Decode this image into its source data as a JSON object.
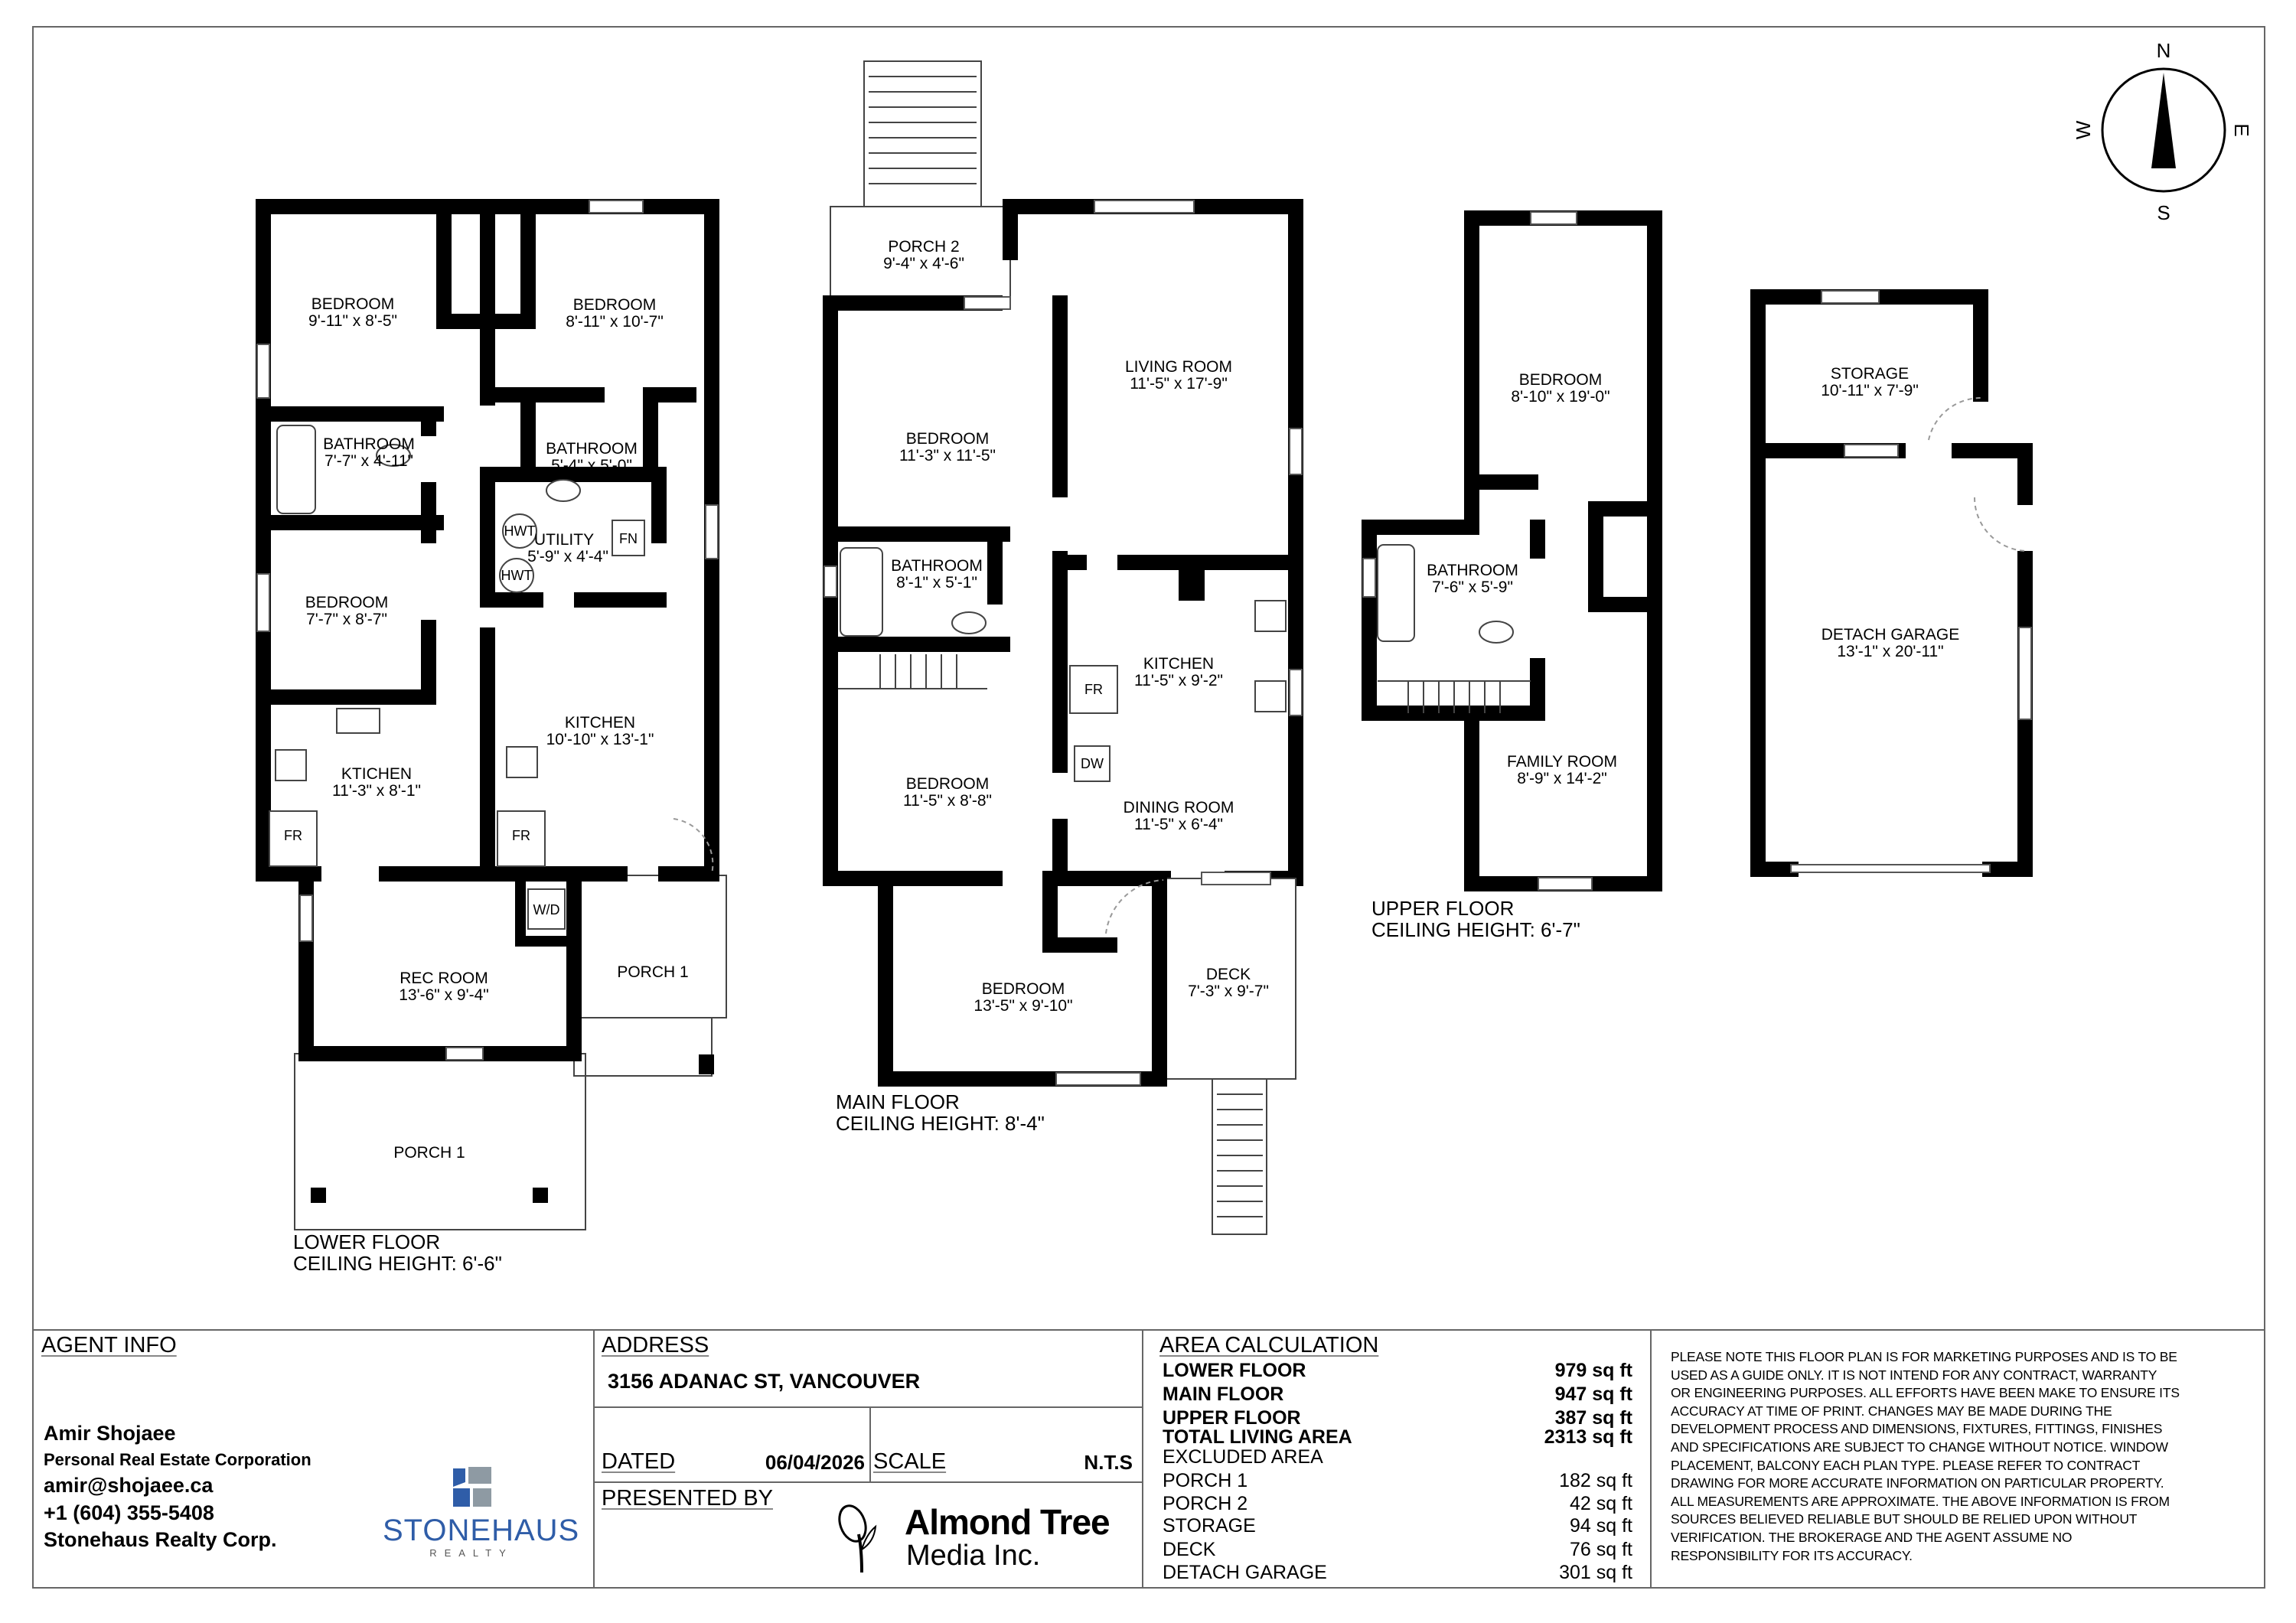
{
  "compass": {
    "n": "N",
    "s": "S",
    "e": "E",
    "w": "W"
  },
  "lower_floor": {
    "title": "LOWER FLOOR",
    "ceiling": "CEILING HEIGHT: 6'-6\"",
    "rooms": [
      {
        "name": "BEDROOM",
        "dims": "9'-11\" x 8'-5\""
      },
      {
        "name": "BEDROOM",
        "dims": "8'-11\" x 10'-7\""
      },
      {
        "name": "BATHROOM",
        "dims": "7'-7\" x 4'-11\""
      },
      {
        "name": "BATHROOM",
        "dims": "5'-4\" x 5'-0\""
      },
      {
        "name": "UTILITY",
        "dims": "5'-9\" x 4'-4\""
      },
      {
        "name": "BEDROOM",
        "dims": "7'-7\" x 8'-7\""
      },
      {
        "name": "KTICHEN",
        "dims": "11'-3\" x 8'-1\""
      },
      {
        "name": "KITCHEN",
        "dims": "10'-10\" x 13'-1\""
      },
      {
        "name": "REC ROOM",
        "dims": "13'-6\" x 9'-4\""
      },
      {
        "name": "PORCH 1"
      },
      {
        "name": "PORCH 1"
      }
    ],
    "fixtures": [
      "HWT",
      "HWT",
      "FN",
      "FR",
      "FR",
      "W/D"
    ]
  },
  "main_floor": {
    "title": "MAIN FLOOR",
    "ceiling": "CEILING HEIGHT: 8'-4\"",
    "rooms": [
      {
        "name": "PORCH 2",
        "dims": "9'-4\" x 4'-6\""
      },
      {
        "name": "LIVING ROOM",
        "dims": "11'-5\" x 17'-9\""
      },
      {
        "name": "BEDROOM",
        "dims": "11'-3\" x 11'-5\""
      },
      {
        "name": "BATHROOM",
        "dims": "8'-1\" x 5'-1\""
      },
      {
        "name": "KITCHEN",
        "dims": "11'-5\" x 9'-2\""
      },
      {
        "name": "DINING ROOM",
        "dims": "11'-5\" x 6'-4\""
      },
      {
        "name": "BEDROOM",
        "dims": "11'-5\" x 8'-8\""
      },
      {
        "name": "BEDROOM",
        "dims": "13'-5\" x 9'-10\""
      },
      {
        "name": "DECK",
        "dims": "7'-3\" x 9'-7\""
      }
    ],
    "fixtures": [
      "FR",
      "DW"
    ]
  },
  "upper_floor": {
    "title": "UPPER FLOOR",
    "ceiling": "CEILING HEIGHT: 6'-7\"",
    "rooms": [
      {
        "name": "BEDROOM",
        "dims": "8'-10\" x 19'-0\""
      },
      {
        "name": "BATHROOM",
        "dims": "7'-6\" x 5'-9\""
      },
      {
        "name": "FAMILY ROOM",
        "dims": "8'-9\" x 14'-2\""
      }
    ]
  },
  "garage": {
    "rooms": [
      {
        "name": "STORAGE",
        "dims": "10'-11\" x 7'-9\""
      },
      {
        "name": "DETACH GARAGE",
        "dims": "13'-1\" x 20'-11\""
      }
    ]
  },
  "agent": {
    "heading": "AGENT INFO",
    "name": "Amir Shojaee",
    "title": "Personal Real Estate Corporation",
    "email": "amir@shojaee.ca",
    "phone": "+1 (604) 355-5408",
    "company": "Stonehaus Realty Corp.",
    "logo_text": "STONEHAUS",
    "logo_sub": "REALTY",
    "logo_colors": {
      "blue": "#2f5da8",
      "grey": "#8e9aa3"
    }
  },
  "address": {
    "heading": "ADDRESS",
    "value": "3156 ADANAC ST, VANCOUVER",
    "dated_label": "DATED",
    "dated_value": "06/04/2026",
    "scale_label": "SCALE",
    "scale_value": "N.T.S",
    "presented_by_label": "PRESENTED BY",
    "presenter_logo_line1": "Almond Tree",
    "presenter_logo_line2": "Media Inc."
  },
  "area": {
    "heading": "AREA CALCULATION",
    "rows": [
      {
        "label": "LOWER FLOOR",
        "value": "979 sq ft",
        "bold": true
      },
      {
        "label": "MAIN FLOOR",
        "value": "947 sq ft",
        "bold": true
      },
      {
        "label": "UPPER FLOOR",
        "value": "387 sq ft",
        "bold": true
      },
      {
        "label": "TOTAL LIVING AREA",
        "value": "2313 sq ft",
        "bold": true
      },
      {
        "label": "EXCLUDED AREA",
        "value": ""
      },
      {
        "label": "PORCH 1",
        "value": "182 sq ft"
      },
      {
        "label": "PORCH 2",
        "value": "42 sq ft"
      },
      {
        "label": "STORAGE",
        "value": "94 sq ft"
      },
      {
        "label": "DECK",
        "value": "76 sq ft"
      },
      {
        "label": "DETACH GARAGE",
        "value": "301 sq ft"
      }
    ]
  },
  "disclaimer": [
    "PLEASE NOTE THIS FLOOR PLAN IS FOR MARKETING PURPOSES AND IS TO BE",
    "USED AS A GUIDE ONLY. IT IS NOT INTEND FOR ANY CONTRACT, WARRANTY",
    "OR ENGINEERING PURPOSES. ALL EFFORTS HAVE BEEN MAKE TO ENSURE ITS",
    "ACCURACY AT TIME OF PRINT. CHANGES MAY BE MADE DURING THE",
    "DEVELOPMENT PROCESS AND DIMENSIONS, FIXTURES, FITTINGS, FINISHES",
    "AND SPECIFICATIONS ARE SUBJECT TO CHANGE WITHOUT NOTICE. WINDOW",
    "PLACEMENT, BALCONY EACH PLAN TYPE. PLEASE REFER TO CONTRACT",
    "DRAWING FOR MORE ACCURATE INFORMATION ON PARTICULAR PROPERTY.",
    "ALL MEASUREMENTS ARE APPROXIMATE. THE ABOVE INFORMATION IS FROM",
    "SOURCES BELIEVED RELIABLE BUT SHOULD BE RELIED UPON WITHOUT",
    "VERIFICATION. THE BROKERAGE AND THE AGENT ASSUME NO",
    "RESPONSIBILITY FOR ITS ACCURACY."
  ]
}
